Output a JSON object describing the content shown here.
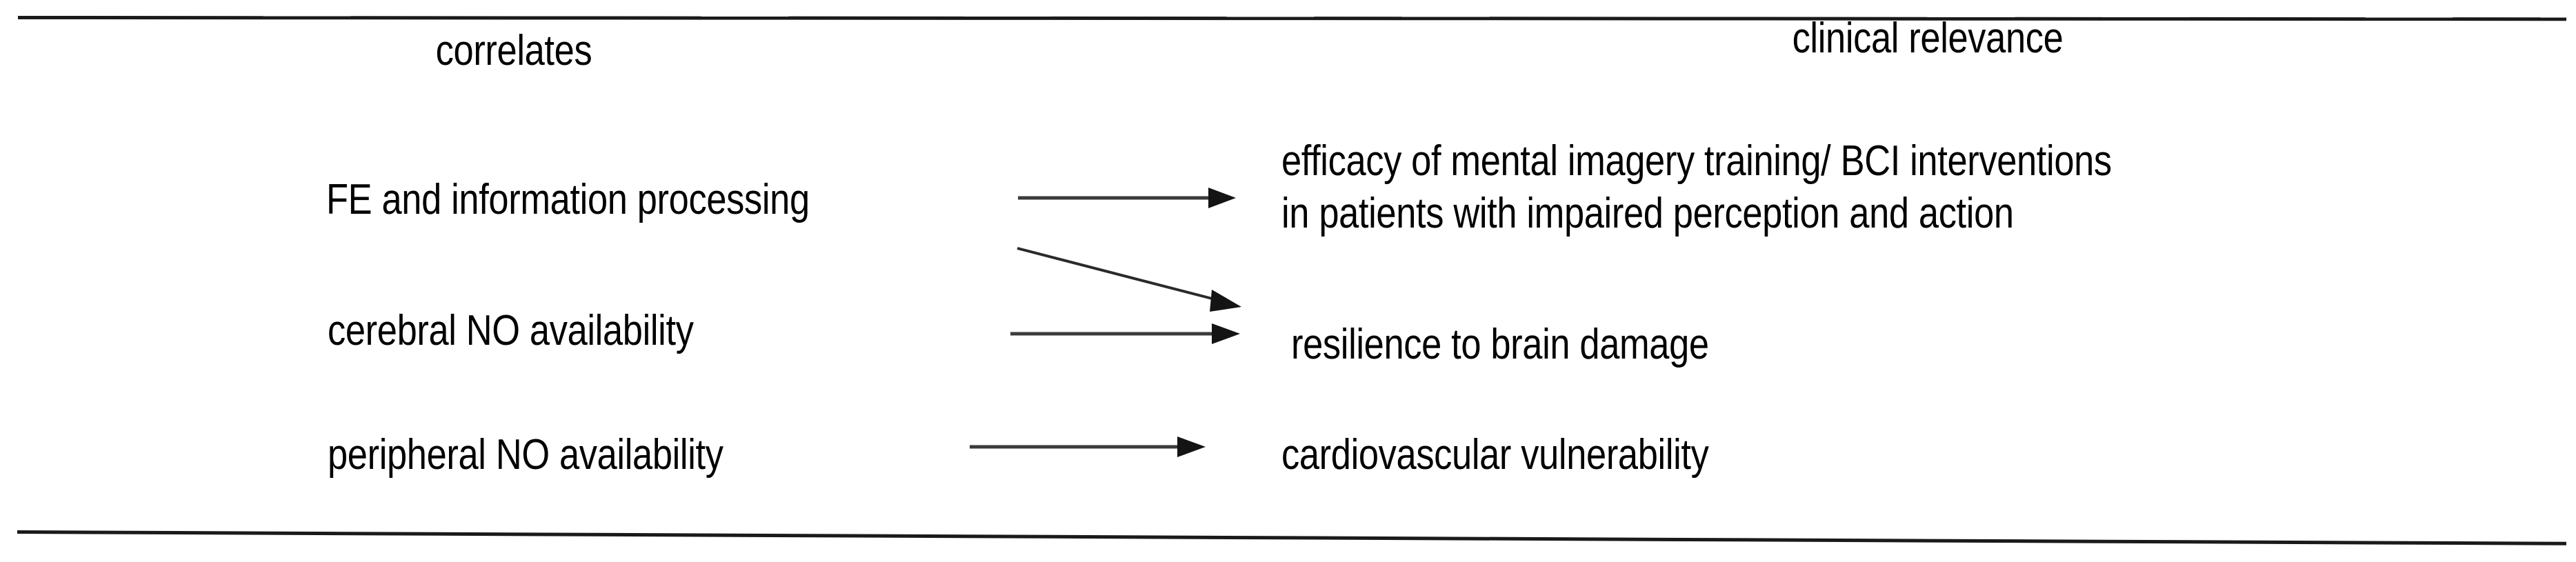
{
  "figure": {
    "columns": {
      "left_header": "correlates",
      "right_header": "clinical relevance"
    },
    "correlates": [
      {
        "label": "FE and information processing"
      },
      {
        "label": "cerebral NO availability"
      },
      {
        "label": "peripheral NO availability"
      }
    ],
    "clinical_relevance": [
      {
        "line1": "efficacy of mental imagery training/ BCI interventions",
        "line2": "in patients with impaired perception and action"
      },
      {
        "line1": "resilience to brain damage"
      },
      {
        "line1": "cardiovascular vulnerability"
      }
    ],
    "arrows": [
      {
        "name": "arrow-fe-to-efficacy",
        "from": "FE and information processing",
        "to": "efficacy of mental imagery training/ BCI interventions"
      },
      {
        "name": "arrow-fe-to-resilience",
        "from": "FE and information processing",
        "to": "resilience to brain damage"
      },
      {
        "name": "arrow-cerebralno-to-resilience",
        "from": "cerebral NO availability",
        "to": "resilience to brain damage"
      },
      {
        "name": "arrow-peripheralno-to-cardiovascular",
        "from": "peripheral NO availability",
        "to": "cardiovascular vulnerability"
      }
    ],
    "colors": {
      "rule": "#1a1a1a",
      "arrow": "#3b3b3b",
      "arrowhead": "#141414",
      "text": "#000000",
      "background": "#ffffff"
    }
  }
}
